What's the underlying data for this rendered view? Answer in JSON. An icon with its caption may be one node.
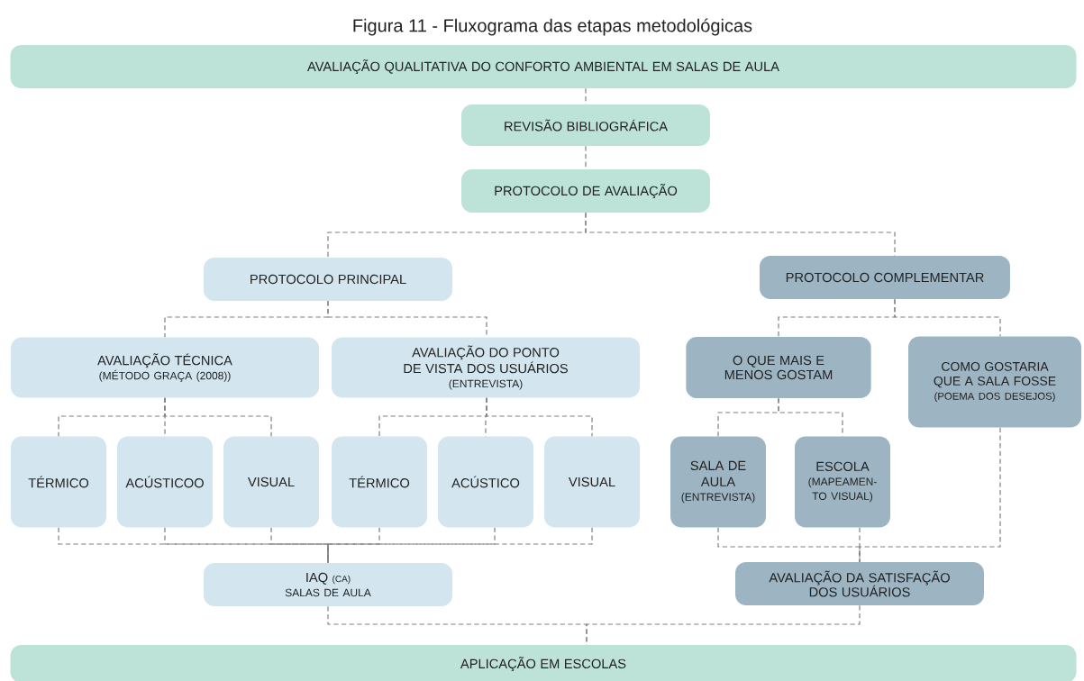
{
  "diagram": {
    "title": "Figura 11 - Fluxograma das etapas metodológicas",
    "nodes": [
      {
        "text": [
          "AVALIAÇÃO QUALITATIVA DO CONFORTO AMBIENTAL EM SALAS DE AULA"
        ]
      },
      {
        "text": [
          "REVISÃO BIBLIOGRÁFICA"
        ]
      },
      {
        "text": [
          "PROTOCOLO DE AVALIAÇÃO"
        ]
      },
      {
        "text": [
          "PROTOCOLO PRINCIPAL"
        ]
      },
      {
        "text": [
          "PROTOCOLO COMPLEMENTAR"
        ]
      },
      {
        "text": [
          "AVALIAÇÃO TÉCNICA",
          "(MÉTODO GRAÇA (2008))"
        ]
      },
      {
        "text": [
          "AVALIAÇÃO DO PONTO DE VISTA DOS USUÁRIOS",
          "(ENTREVISTA)"
        ]
      },
      {
        "text": [
          "O QUE MAIS E MENOS GOSTAM"
        ]
      },
      {
        "text": [
          "COMO GOSTARIA QUE A SALA FOSSE",
          "(POEMA DOS DESEJOS)"
        ]
      },
      {
        "text": [
          "TÉRMICO"
        ]
      },
      {
        "text": [
          "ACÚSTICOO"
        ]
      },
      {
        "text": [
          "VISUAL"
        ]
      },
      {
        "text": [
          "TÉRMICO"
        ]
      },
      {
        "text": [
          "ACÚSTICO"
        ]
      },
      {
        "text": [
          "VISUAL"
        ]
      },
      {
        "text": [
          "SALA DE AULA",
          "(ENTREVISTA)"
        ]
      },
      {
        "text": [
          "ESCOLA",
          "(MAPEAMEN- TO VISUAL)"
        ]
      },
      {
        "text": [
          "IAQ",
          "(CA)",
          "SALAS DE AULA"
        ]
      },
      {
        "text": [
          "AVALIAÇÃO DA SATISFAÇÃO DOS USUÁRIOS"
        ]
      },
      {
        "text": [
          "APLICAÇÃO EM ESCOLAS"
        ]
      }
    ],
    "edges": [
      {
        "from": 0,
        "to": 1,
        "arrow": "none"
      },
      {
        "from": 1,
        "to": 2,
        "arrow": "none"
      },
      {
        "from": 2,
        "to": 3,
        "arrow": "none"
      },
      {
        "from": 2,
        "to": 4,
        "arrow": "none"
      },
      {
        "from": 3,
        "to": 5,
        "arrow": "none"
      },
      {
        "from": 3,
        "to": 6,
        "arrow": "none"
      },
      {
        "from": 4,
        "to": 7,
        "arrow": "none"
      },
      {
        "from": 4,
        "to": 8,
        "arrow": "none"
      },
      {
        "from": 5,
        "to": 9,
        "arrow": "none"
      },
      {
        "from": 5,
        "to": 10,
        "arrow": "none"
      },
      {
        "from": 5,
        "to": 11,
        "arrow": "none"
      },
      {
        "from": 6,
        "to": 12,
        "arrow": "none"
      },
      {
        "from": 6,
        "to": 13,
        "arrow": "none"
      },
      {
        "from": 6,
        "to": 14,
        "arrow": "none"
      },
      {
        "from": 7,
        "to": 15,
        "arrow": "none"
      },
      {
        "from": 7,
        "to": 16,
        "arrow": "none"
      },
      {
        "from": 9,
        "to": 17,
        "arrow": "none"
      },
      {
        "from": 10,
        "to": 17,
        "arrow": "none"
      },
      {
        "from": 11,
        "to": 17,
        "arrow": "none"
      },
      {
        "from": 12,
        "to": 17,
        "arrow": "none"
      },
      {
        "from": 13,
        "to": 17,
        "arrow": "none"
      },
      {
        "from": 14,
        "to": 17,
        "arrow": "none"
      },
      {
        "from": 15,
        "to": 18,
        "arrow": "none"
      },
      {
        "from": 16,
        "to": 18,
        "arrow": "none"
      },
      {
        "from": 8,
        "to": 18,
        "arrow": "none"
      },
      {
        "from": 17,
        "to": 19,
        "arrow": "none"
      },
      {
        "from": 18,
        "to": 19,
        "arrow": "none"
      }
    ]
  }
}
